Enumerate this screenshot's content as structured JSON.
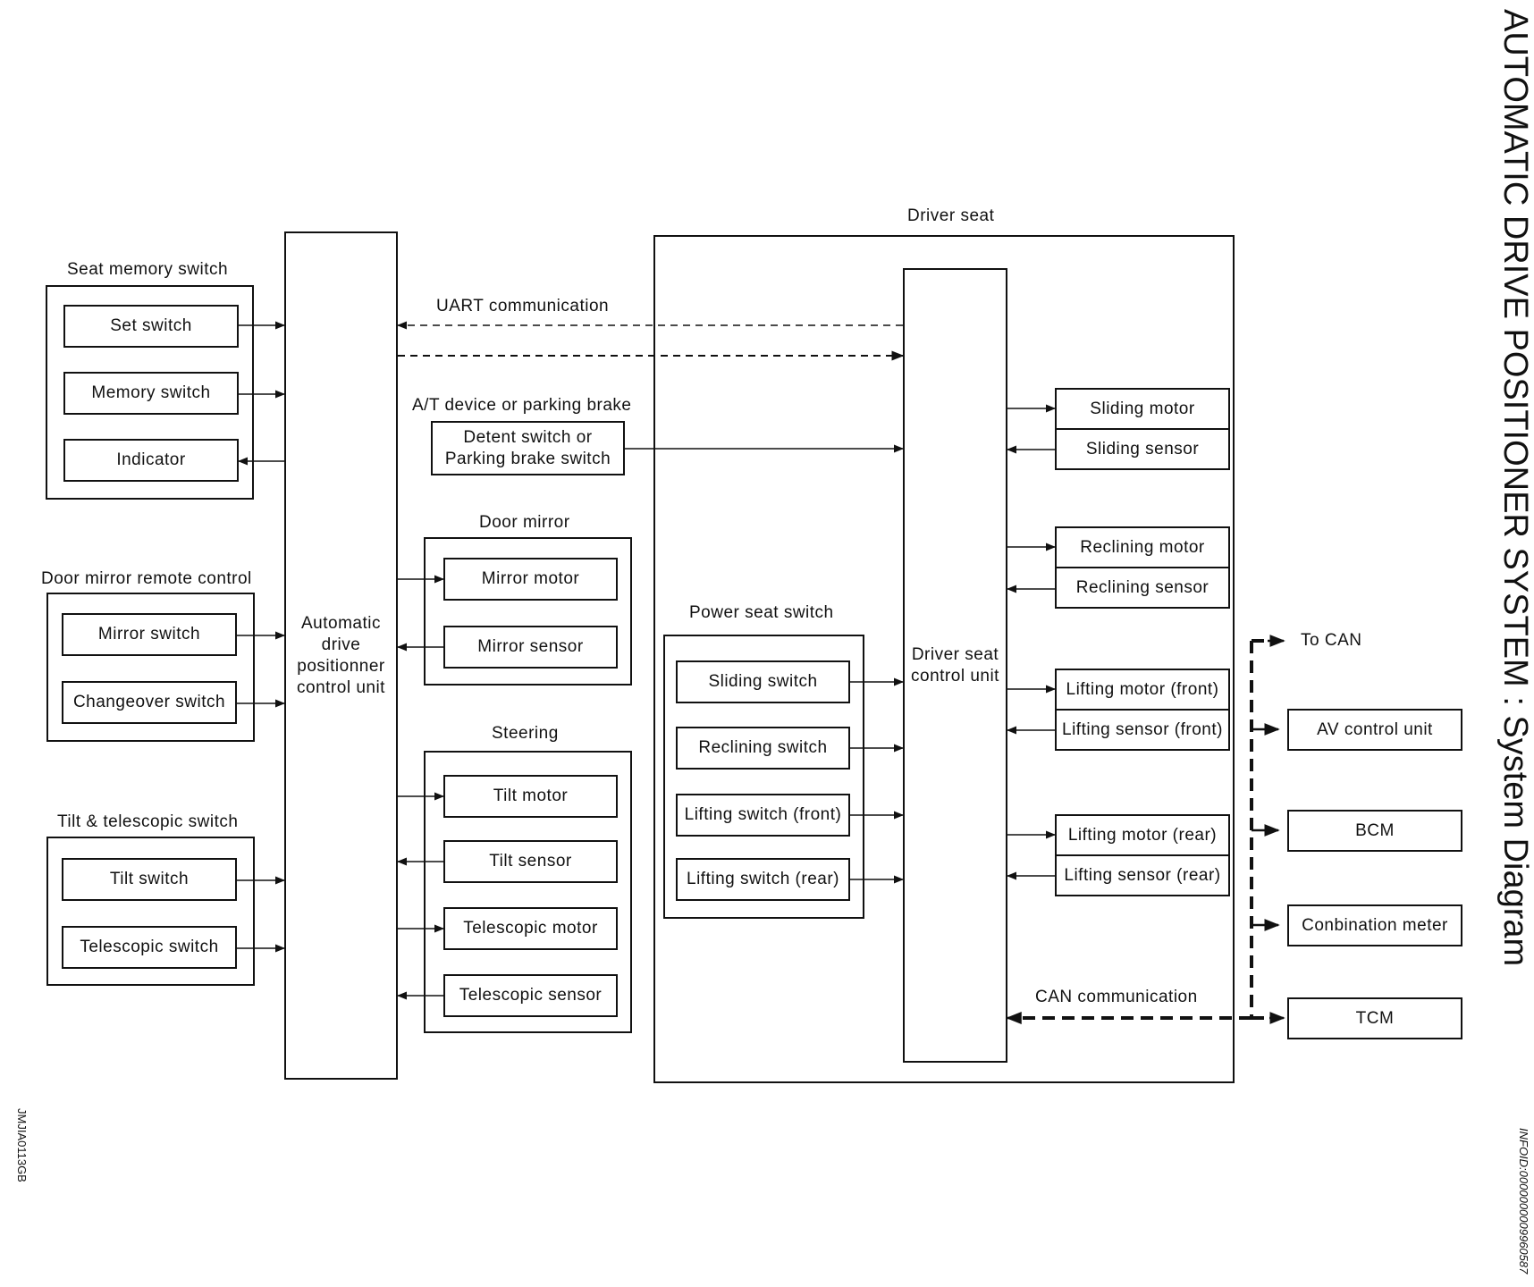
{
  "title": "AUTOMATIC DRIVE POSITIONER SYSTEM : System Diagram",
  "figure_code": "JMJIA0113GB",
  "info_id": "INFOID:0000000009960587",
  "groups": {
    "seat_memory_switch": "Seat memory switch",
    "door_mirror_remote_control": "Door mirror remote control",
    "tilt_telescopic_switch": "Tilt & telescopic switch",
    "door_mirror": "Door mirror",
    "steering": "Steering",
    "driver_seat": "Driver seat",
    "power_seat_switch": "Power seat switch",
    "at_device": "A/T device or parking brake"
  },
  "boxes": {
    "set_switch": "Set switch",
    "memory_switch": "Memory switch",
    "indicator": "Indicator",
    "mirror_switch": "Mirror switch",
    "changeover_switch": "Changeover switch",
    "tilt_switch": "Tilt switch",
    "telescopic_switch": "Telescopic switch",
    "adp_unit_line1": "Automatic",
    "adp_unit_line2": "drive",
    "adp_unit_line3": "positionner",
    "adp_unit_line4": "control unit",
    "detent_line1": "Detent switch or",
    "detent_line2": "Parking brake switch",
    "mirror_motor": "Mirror motor",
    "mirror_sensor": "Mirror sensor",
    "tilt_motor": "Tilt motor",
    "tilt_sensor": "Tilt sensor",
    "telescopic_motor": "Telescopic motor",
    "telescopic_sensor": "Telescopic sensor",
    "sliding_switch": "Sliding switch",
    "reclining_switch": "Reclining switch",
    "lifting_switch_front": "Lifting switch (front)",
    "lifting_switch_rear": "Lifting switch (rear)",
    "driver_unit_line1": "Driver seat",
    "driver_unit_line2": "control unit",
    "sliding_motor": "Sliding motor",
    "sliding_sensor": "Sliding sensor",
    "reclining_motor": "Reclining motor",
    "reclining_sensor": "Reclining sensor",
    "lifting_motor_front": "Lifting motor (front)",
    "lifting_sensor_front": "Lifting sensor (front)",
    "lifting_motor_rear": "Lifting motor (rear)",
    "lifting_sensor_rear": "Lifting sensor (rear)",
    "av_control_unit": "AV control unit",
    "bcm": "BCM",
    "combination_meter": "Conbination meter",
    "tcm": "TCM"
  },
  "labels": {
    "uart": "UART communication",
    "can": "CAN communication",
    "to_can": "To CAN"
  }
}
